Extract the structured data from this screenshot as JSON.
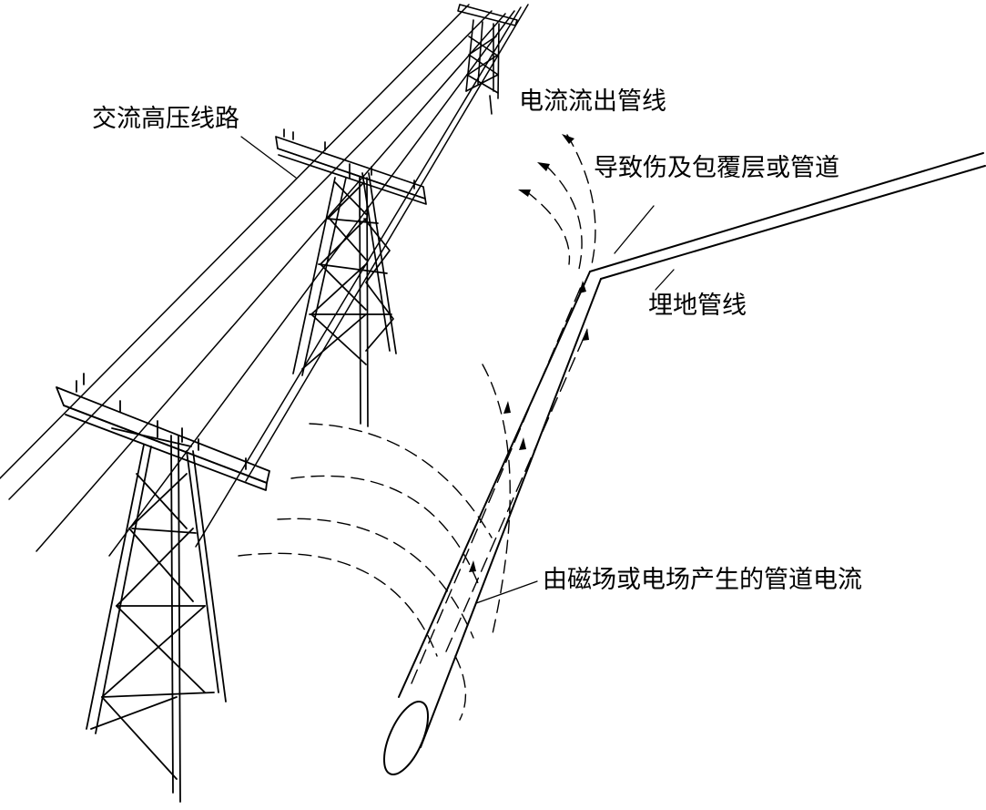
{
  "labels": {
    "ac_line": "交流高压线路",
    "current_out": "电流流出管线",
    "damage": "导致伤及包覆层或管道",
    "buried_pipe": "埋地管线",
    "induced_current": "由磁场或电场产生的管道电流"
  },
  "colors": {
    "ink": "#000000",
    "paper": "#ffffff"
  }
}
